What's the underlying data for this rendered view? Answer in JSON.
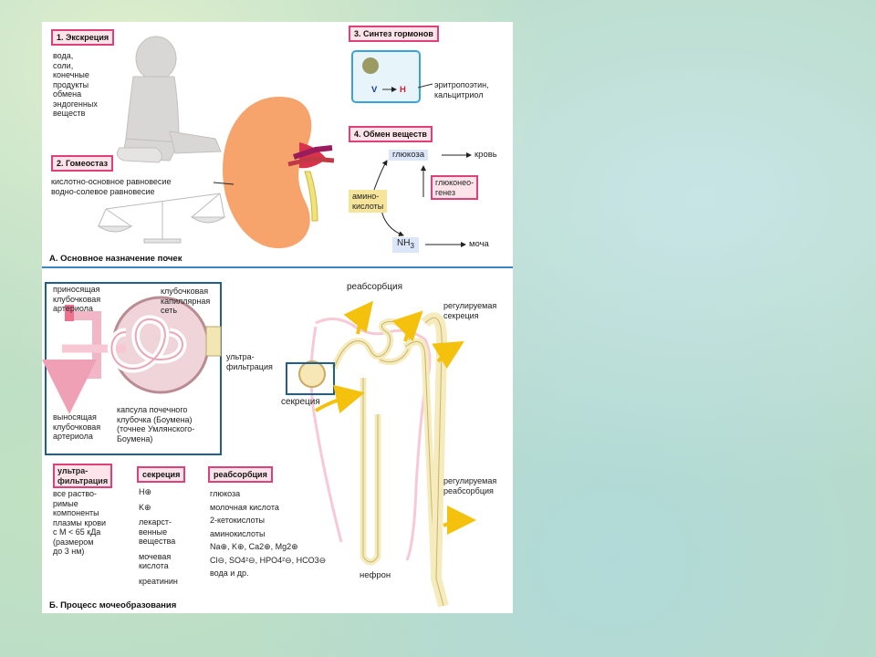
{
  "section_a": {
    "title": "А. Основное назначение почек",
    "excretion": {
      "label": "1. Экскреция",
      "items": [
        "вода,",
        "соли,",
        "конечные",
        "продукты",
        "обмена",
        "эндогенных",
        "веществ"
      ]
    },
    "homeostasis": {
      "label": "2. Гомеостаз",
      "lines": [
        "кислотно-основное равновесие",
        "водно-солевое равновесие"
      ]
    },
    "hormones": {
      "label": "3. Синтез гормонов",
      "v": "V",
      "h": "H",
      "products": [
        "эритропоэтин,",
        "кальцитриол"
      ]
    },
    "metabolism": {
      "label": "4. Обмен веществ",
      "glucose": "глюкоза",
      "blood": "кровь",
      "gluconeo": [
        "глюконео-",
        "генез"
      ],
      "amino": [
        "амино-",
        "кислоты"
      ],
      "nh3": "NH",
      "nh3_sub": "3",
      "urine": "моча"
    }
  },
  "section_b": {
    "title": "Б. Процесс мочеобразования",
    "glomerulus": {
      "afferent": [
        "приносящая",
        "клубочковая",
        "артериола"
      ],
      "capillary": [
        "клубочковая",
        "капиллярная",
        "сеть"
      ],
      "efferent": [
        "выносящая",
        "клубочковая",
        "артериола"
      ],
      "capsule": [
        "капсула почечного",
        "клубочка (Боумена)",
        "(точнее Умлянского-",
        "Боумена)"
      ]
    },
    "nephron": {
      "reabsorption": "реабсорбция",
      "reg_secretion": [
        "регулируемая",
        "секреция"
      ],
      "ultrafiltration": [
        "ультра-",
        "фильтрация"
      ],
      "secretion": "секреция",
      "reg_reabsorption": [
        "регулируемая",
        "реабсорбция"
      ],
      "nephron": "нефрон"
    },
    "table": {
      "ultra_label": [
        "ультра-",
        "фильтрация"
      ],
      "ultra_text": [
        "все раство-",
        "римые",
        "компоненты",
        "плазмы крови",
        "с M < 65 кДа",
        "(размером",
        "до 3 нм)"
      ],
      "secretion_label": "секреция",
      "secretion_items": [
        "H⊕",
        "K⊕",
        "лекарст-",
        "венные",
        "вещества",
        "мочевая",
        "кислота",
        "креатинин"
      ],
      "reabsorption_label": "реабсорбция",
      "reabsorption_items": [
        "глюкоза",
        "молочная кислота",
        "2-кетокислоты",
        "аминокислоты",
        "Na⊕, K⊕, Ca2⊕, Mg2⊕",
        "Cl⊖, SO4²⊖, HPO4²⊖, HCO3⊖",
        "вода и др."
      ]
    }
  }
}
